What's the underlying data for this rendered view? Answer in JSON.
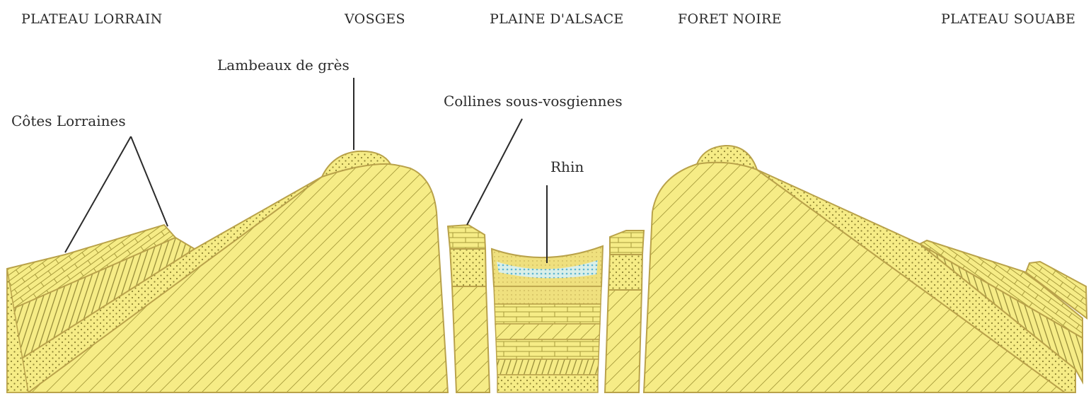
{
  "regions": {
    "plateau_lorrain": "PLATEAU LORRAIN",
    "vosges": "VOSGES",
    "plaine_alsace": "PLAINE D'ALSACE",
    "foret_noire": "FORET NOIRE",
    "plateau_souabe": "PLATEAU SOUABE"
  },
  "labels": {
    "cotes_lorraines": "Côtes Lorraines",
    "lambeaux_gres": "Lambeaux de grès",
    "collines": "Collines sous-vosgiennes",
    "rhin": "Rhin"
  },
  "colors": {
    "fill": "#f6ec86",
    "outline": "#b9a24a",
    "hatch": "#a89b3c",
    "water": "#8fd3e6",
    "ink": "#2b2b2b"
  }
}
